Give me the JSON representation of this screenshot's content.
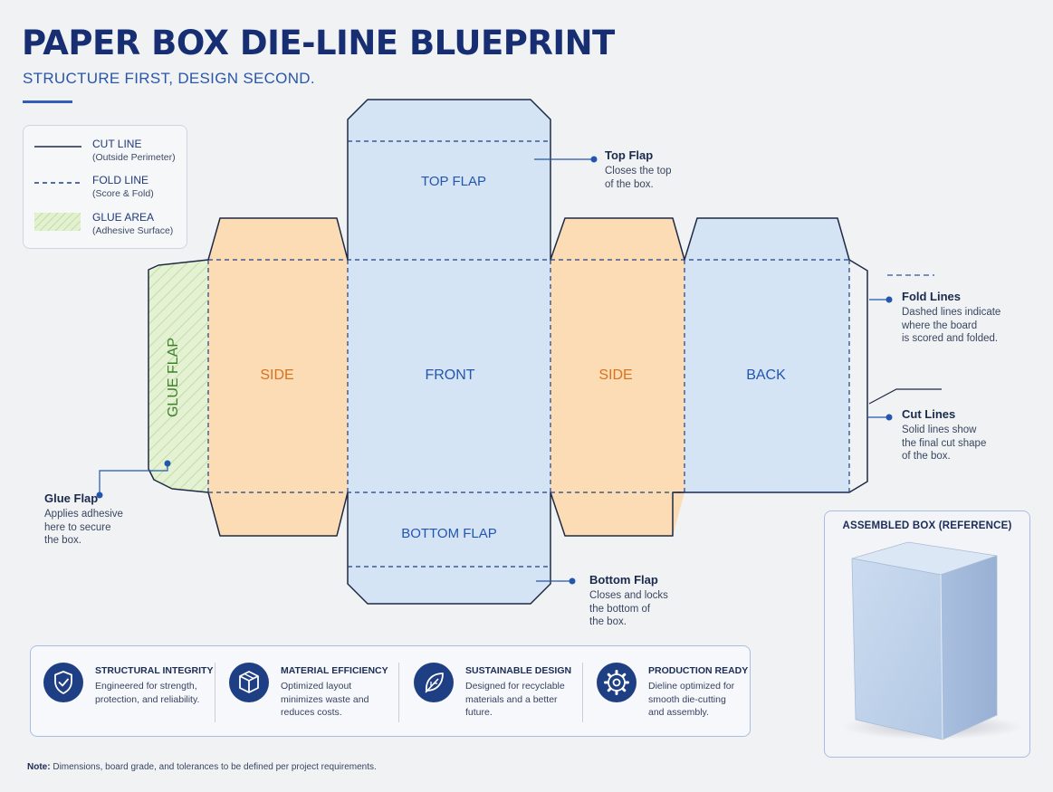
{
  "header": {
    "title": "PAPER BOX DIE-LINE BLUEPRINT",
    "subtitle": "STRUCTURE FIRST, DESIGN SECOND."
  },
  "legend": {
    "cut_line": {
      "label": "CUT LINE",
      "sub": "(Outside Perimeter)"
    },
    "fold_line": {
      "label": "FOLD LINE",
      "sub": "(Score & Fold)"
    },
    "glue_area": {
      "label": "GLUE AREA",
      "sub": "(Adhesive Surface)"
    }
  },
  "panels": {
    "top_flap": "TOP FLAP",
    "bottom_flap": "BOTTOM FLAP",
    "glue_flap": "GLUE FLAP",
    "side_left": "SIDE",
    "front": "FRONT",
    "side_right": "SIDE",
    "back": "BACK"
  },
  "callouts": {
    "top_flap": {
      "title": "Top Flap",
      "desc": [
        "Closes the top",
        "of the box."
      ]
    },
    "fold_lines": {
      "title": "Fold Lines",
      "desc": [
        "Dashed lines indicate",
        "where the board",
        "is scored and folded."
      ]
    },
    "cut_lines": {
      "title": "Cut Lines",
      "desc": [
        "Solid lines show",
        "the final cut shape",
        "of the box."
      ]
    },
    "glue_flap": {
      "title": "Glue Flap",
      "desc": [
        "Applies adhesive",
        "here to secure",
        "the box."
      ]
    },
    "bottom_flap": {
      "title": "Bottom Flap",
      "desc": [
        "Closes and locks",
        "the bottom of",
        "the box."
      ]
    }
  },
  "features": [
    {
      "icon": "shield-check-icon",
      "title": "STRUCTURAL INTEGRITY",
      "desc": [
        "Engineered for strength,",
        "protection, and reliability."
      ]
    },
    {
      "icon": "box-icon",
      "title": "MATERIAL EFFICIENCY",
      "desc": [
        "Optimized layout",
        "minimizes waste and",
        "reduces costs."
      ]
    },
    {
      "icon": "leaf-icon",
      "title": "SUSTAINABLE DESIGN",
      "desc": [
        "Designed for recyclable",
        "materials and a better",
        "future."
      ]
    },
    {
      "icon": "gear-icon",
      "title": "PRODUCTION READY",
      "desc": [
        "Dieline optimized for",
        "smooth die-cutting",
        "and assembly."
      ]
    }
  ],
  "assembled": {
    "title": "ASSEMBLED BOX (REFERENCE)"
  },
  "note": {
    "label": "Note:",
    "text": " Dimensions, board grade, and tolerances to be defined per project requirements."
  },
  "colors": {
    "navy": "#172f72",
    "accent_blue": "#2a56a8",
    "panel_blue": "#d5e4f5",
    "panel_orange": "#fbdcb4",
    "panel_green": "#e3f1d0",
    "label_orange": "#d9711e",
    "label_green": "#3f7f2c",
    "label_blue": "#2356ad"
  }
}
